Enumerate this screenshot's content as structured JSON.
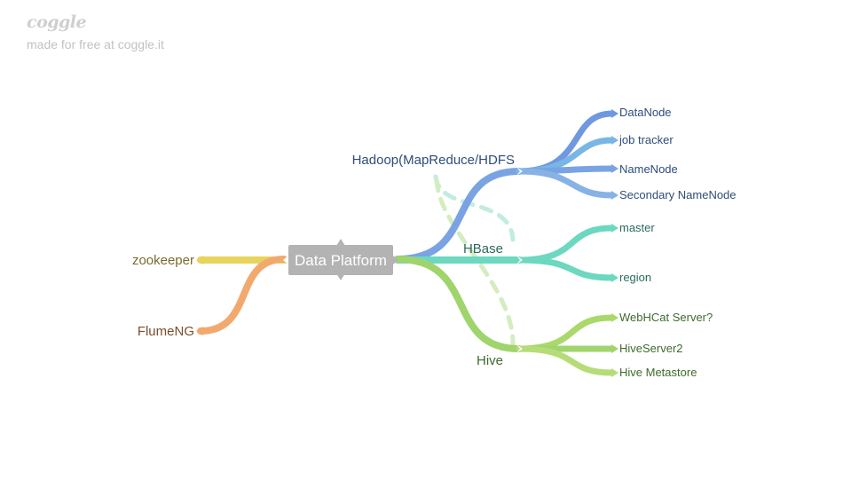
{
  "branding": {
    "logo_text": "coggle",
    "tagline": "made for free at coggle.it"
  },
  "root": {
    "label": "Data Platform",
    "bg": "#b3b3b3",
    "text_color": "#ffffff"
  },
  "left_branches": [
    {
      "id": "zookeeper",
      "label": "zookeeper",
      "color": "#e8d45c",
      "text_color": "#7a6a2c"
    },
    {
      "id": "flumeng",
      "label": "FlumeNG",
      "color": "#f2a96e",
      "text_color": "#7a4e2c"
    }
  ],
  "right_branches": [
    {
      "id": "hadoop",
      "label": "Hadoop(MapReduce/HDFS",
      "color": "#7aa3e3",
      "text_color": "#2d4d7a",
      "children": [
        {
          "label": "DataNode",
          "color": "#6f98e0"
        },
        {
          "label": "job tracker",
          "color": "#79b6e6"
        },
        {
          "label": "NameNode",
          "color": "#7aa3e3"
        },
        {
          "label": "Secondary NameNode",
          "color": "#86b2e6"
        }
      ]
    },
    {
      "id": "hbase",
      "label": "HBase",
      "color": "#6cd8c0",
      "text_color": "#2d6a5e",
      "children": [
        {
          "label": "master",
          "color": "#6cd8c0"
        },
        {
          "label": "region",
          "color": "#6cd8c0"
        }
      ]
    },
    {
      "id": "hive",
      "label": "Hive",
      "color": "#a0d46c",
      "text_color": "#3f6a2c",
      "children": [
        {
          "label": "WebHCat Server?",
          "color": "#a8d96a"
        },
        {
          "label": "HiveServer2",
          "color": "#a0d46c"
        },
        {
          "label": "Hive Metastore",
          "color": "#b6dc78"
        }
      ]
    }
  ],
  "cross_links": [
    {
      "from": "hadoop",
      "to": "hbase",
      "color": "#c2ece0"
    },
    {
      "from": "hadoop",
      "to": "hive",
      "color": "#d4edc0"
    }
  ]
}
